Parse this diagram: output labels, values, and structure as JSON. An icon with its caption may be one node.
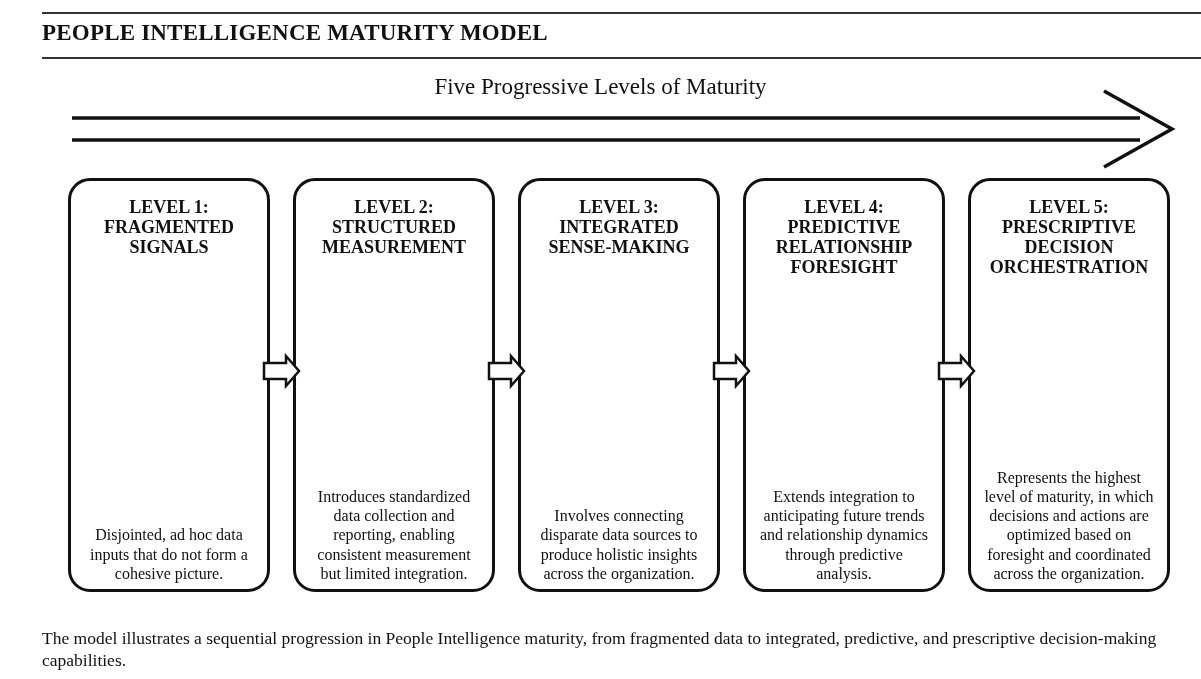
{
  "diagram": {
    "title": "PEOPLE INTELLIGENCE MATURITY MODEL",
    "caption": "The model illustrates a sequential progression in People Intelligence maturity, from fragmented data to integrated, predictive, and prescriptive decision-making capabilities.",
    "nodes": [
      {
        "text": [
          "LEVEL 1: FRAGMENTED SIGNALS",
          "Disjointed, ad hoc data inputs that do not form a cohesive picture."
        ]
      },
      {
        "text": [
          "LEVEL 2: STRUCTURED MEASUREMENT",
          "Introduces standardized data collection and reporting, enabling consistent measurement but limited integration."
        ]
      },
      {
        "text": [
          "LEVEL 3: INTEGRATED SENSE-MAKING",
          "Involves connecting disparate data sources to produce holistic insights across the organization."
        ]
      },
      {
        "text": [
          "LEVEL 4: PREDICTIVE RELATIONSHIP FORESIGHT",
          "Extends integration to anticipating future trends and relationship dynamics through predictive analysis."
        ]
      },
      {
        "text": [
          "LEVEL 5: PRESCRIPTIVE DECISION ORCHESTRATION",
          "Represents the highest level of maturity, in which decisions and actions are optimized based on foresight and coordinated across the organization."
        ]
      }
    ],
    "edges": [
      {
        "from": 0,
        "to": 1,
        "arrow": "to"
      },
      {
        "from": 1,
        "to": 2,
        "arrow": "to"
      },
      {
        "from": 2,
        "to": 3,
        "arrow": "to"
      },
      {
        "from": 3,
        "to": 4,
        "arrow": "to"
      }
    ],
    "labels": [
      "Five Progressive Levels of Maturity"
    ]
  }
}
